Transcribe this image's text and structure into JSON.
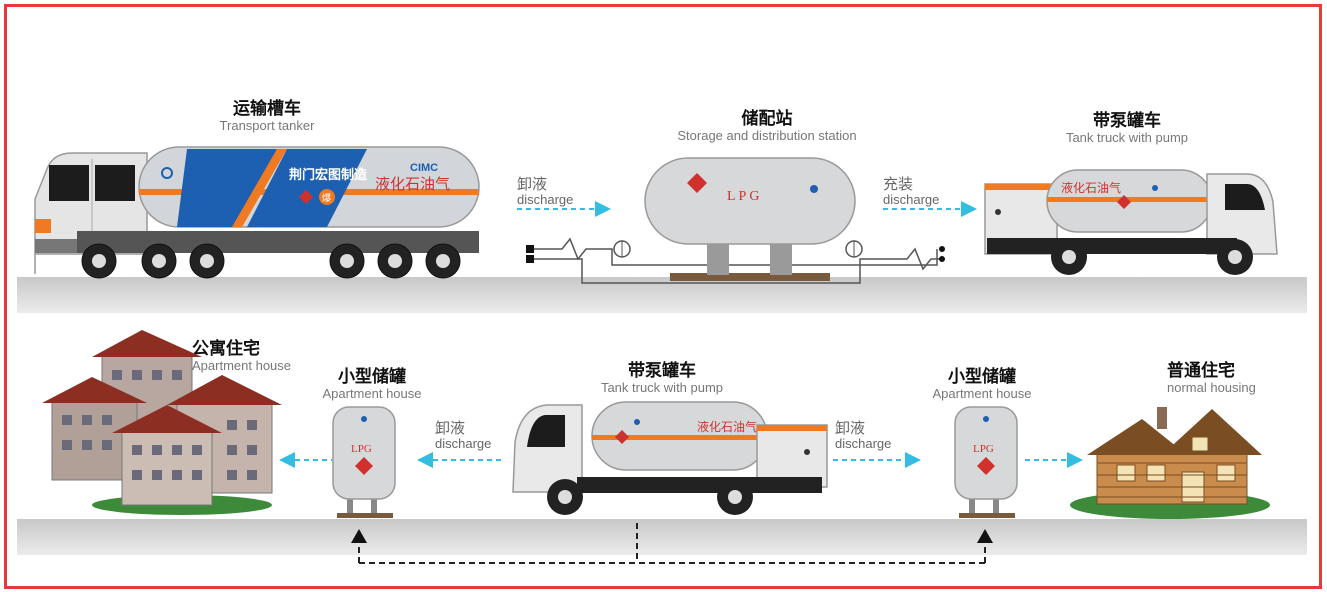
{
  "top_row": {
    "transport_tanker": {
      "zh": "运输槽车",
      "en": "Transport tanker",
      "tank_brand": "荆门宏图制造",
      "tank_product": "液化石油气",
      "tank_cimc": "CIMC",
      "tank_hazard": "爆"
    },
    "flow_1": {
      "zh": "卸液",
      "en": "discharge"
    },
    "station": {
      "zh": "储配站",
      "en": "Storage and distribution station",
      "tank_text": "LPG"
    },
    "flow_2": {
      "zh": "充装",
      "en": "discharge"
    },
    "pump_truck": {
      "zh": "带泵罐车",
      "en": "Tank truck with pump",
      "tank_text": "液化石油气"
    }
  },
  "bottom_row": {
    "apartment": {
      "zh": "公寓住宅",
      "en": "Apartment house"
    },
    "small_tank_left": {
      "zh": "小型储罐",
      "en": "Apartment house",
      "tank_text": "LPG"
    },
    "flow_left": {
      "zh": "卸液",
      "en": "discharge"
    },
    "pump_truck": {
      "zh": "带泵罐车",
      "en": "Tank truck with pump",
      "tank_text": "液化石油气"
    },
    "flow_right": {
      "zh": "卸液",
      "en": "discharge"
    },
    "small_tank_right": {
      "zh": "小型储罐",
      "en": "Apartment house",
      "tank_text": "LPG"
    },
    "housing": {
      "zh": "普通住宅",
      "en": "normal housing"
    }
  },
  "colors": {
    "border": "#e63a3a",
    "arrow": "#33bde0",
    "stripe": "#f07a22",
    "blue": "#1d5fb0"
  }
}
